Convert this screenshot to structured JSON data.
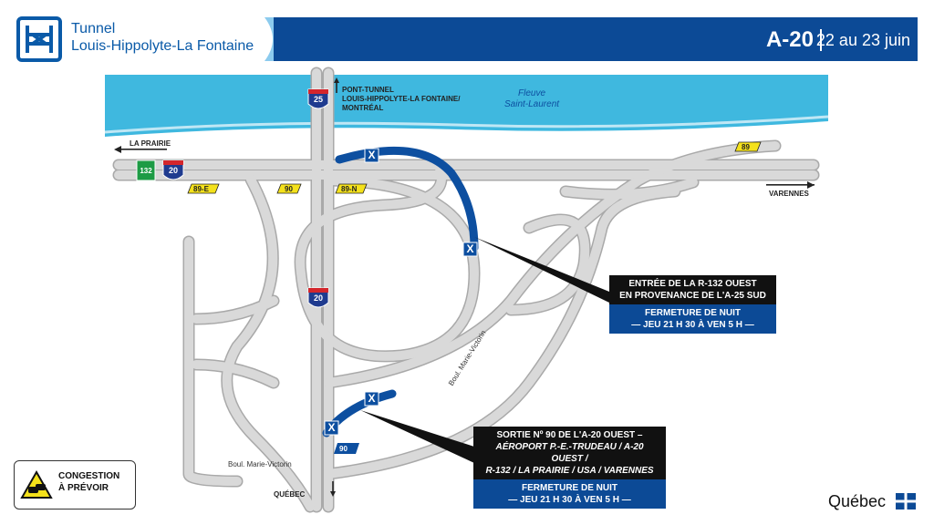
{
  "header": {
    "title_line1": "Tunnel",
    "title_line2": "Louis-Hippolyte-La Fontaine",
    "route": "A-20",
    "date": "22 au 23 juin",
    "brand_color": "#0c4a96"
  },
  "map": {
    "river": "Fleuve\nSaint-Laurent",
    "north_label": "PONT-TUNNEL\nLOUIS-HIPPOLYTE-LA FONTAINE/\nMONTRÉAL",
    "west_label": "LA PRAIRIE",
    "east_label": "VARENNES",
    "south_label": "QUÉBEC",
    "blvd_label_1": "Boul. Marie-Victorin",
    "blvd_label_2": "Boul. Marie-Victorin",
    "shields": {
      "a25": "25",
      "a20_top": "20",
      "a20_center": "20",
      "r132": "132",
      "exit_89e": "89-E",
      "exit_90": "90",
      "exit_89n": "89-N",
      "exit_89": "89",
      "exit_90_bottom": "90"
    },
    "closure_icon": "X"
  },
  "notice1": {
    "title": "ENTRÉE DE LA R-132 OUEST\nEN PROVENANCE DE L'A-25 SUD",
    "status": "FERMETURE DE NUIT\n— JEU 21 H 30 À VEN 5 H —"
  },
  "notice2": {
    "title": "SORTIE Nº 90 DE L'A-20 OUEST –",
    "details": "AÉROPORT P.-E.-TRUDEAU / A-20 OUEST /\nR-132 / LA PRAIRIE / USA / VARENNES",
    "status": "FERMETURE DE NUIT\n— JEU 21 H 30 À VEN 5 H —"
  },
  "congestion": {
    "text": "CONGESTION\nÀ PRÉVOIR"
  },
  "footer": {
    "brand": "Québec"
  },
  "colors": {
    "road": "#d9d9d9",
    "road_edge": "#a9a9a9",
    "closed": "#0d4fa0",
    "river": "#3fb8df",
    "sign_yellow": "#f4e11b"
  }
}
